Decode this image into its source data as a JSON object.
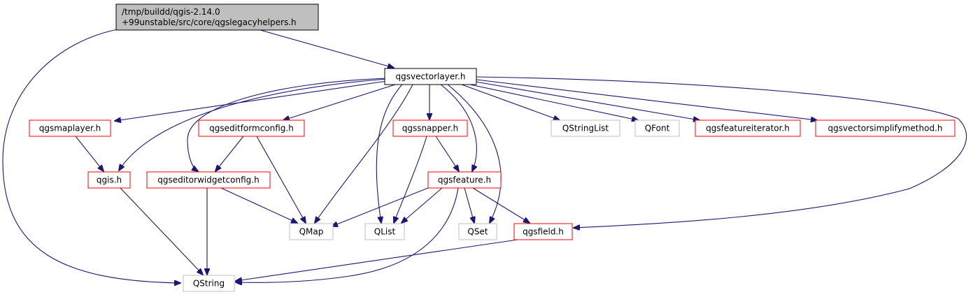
{
  "colors": {
    "edge": "#191970",
    "border_red": "#ff0000",
    "border_gray": "#bfbfbf",
    "border_black": "#000000",
    "root_fill": "#bfbfbf",
    "node_fill": "#ffffff"
  },
  "nodes": [
    {
      "id": "root",
      "lines": [
        "/tmp/buildd/qgis-2.14.0",
        "+99unstable/src/core/qgslegacyhelpers.h"
      ],
      "style": "root"
    },
    {
      "id": "qgsvectorlayer",
      "lines": [
        "qgsvectorlayer.h"
      ],
      "style": "black"
    },
    {
      "id": "qgsmaplayer",
      "lines": [
        "qgsmaplayer.h"
      ],
      "style": "red"
    },
    {
      "id": "qgseditformconfig",
      "lines": [
        "qgseditformconfig.h"
      ],
      "style": "red"
    },
    {
      "id": "qgssnapper",
      "lines": [
        "qgssnapper.h"
      ],
      "style": "red"
    },
    {
      "id": "qstringlist",
      "lines": [
        "QStringList"
      ],
      "style": "gray"
    },
    {
      "id": "qfont",
      "lines": [
        "QFont"
      ],
      "style": "gray"
    },
    {
      "id": "qgsfeatureiterator",
      "lines": [
        "qgsfeatureiterator.h"
      ],
      "style": "red"
    },
    {
      "id": "qgsvectorsimplifymethod",
      "lines": [
        "qgsvectorsimplifymethod.h"
      ],
      "style": "red"
    },
    {
      "id": "qgis",
      "lines": [
        "qgis.h"
      ],
      "style": "red"
    },
    {
      "id": "qgseditorwidgetconfig",
      "lines": [
        "qgseditorwidgetconfig.h"
      ],
      "style": "red"
    },
    {
      "id": "qgsfeature",
      "lines": [
        "qgsfeature.h"
      ],
      "style": "red"
    },
    {
      "id": "qmap",
      "lines": [
        "QMap"
      ],
      "style": "gray"
    },
    {
      "id": "qlist",
      "lines": [
        "QList"
      ],
      "style": "gray"
    },
    {
      "id": "qset",
      "lines": [
        "QSet"
      ],
      "style": "gray"
    },
    {
      "id": "qgsfield",
      "lines": [
        "qgsfield.h"
      ],
      "style": "red"
    },
    {
      "id": "qstring",
      "lines": [
        "QString"
      ],
      "style": "gray"
    }
  ],
  "edges": [
    {
      "from": "root",
      "to": "qgsvectorlayer"
    },
    {
      "from": "root",
      "to": "qstring"
    },
    {
      "from": "qgsvectorlayer",
      "to": "qgsmaplayer"
    },
    {
      "from": "qgsvectorlayer",
      "to": "qgis"
    },
    {
      "from": "qgsvectorlayer",
      "to": "qgseditorwidgetconfig"
    },
    {
      "from": "qgsvectorlayer",
      "to": "qgseditformconfig"
    },
    {
      "from": "qgsvectorlayer",
      "to": "qmap"
    },
    {
      "from": "qgsvectorlayer",
      "to": "qlist"
    },
    {
      "from": "qgsvectorlayer",
      "to": "qgssnapper"
    },
    {
      "from": "qgsvectorlayer",
      "to": "qgsfeature"
    },
    {
      "from": "qgsvectorlayer",
      "to": "qset"
    },
    {
      "from": "qgsvectorlayer",
      "to": "qstringlist"
    },
    {
      "from": "qgsvectorlayer",
      "to": "qfont"
    },
    {
      "from": "qgsvectorlayer",
      "to": "qgsfeatureiterator"
    },
    {
      "from": "qgsvectorlayer",
      "to": "qgsvectorsimplifymethod"
    },
    {
      "from": "qgsvectorlayer",
      "to": "qgsfield"
    },
    {
      "from": "qgsmaplayer",
      "to": "qgis"
    },
    {
      "from": "qgseditformconfig",
      "to": "qgseditorwidgetconfig"
    },
    {
      "from": "qgseditformconfig",
      "to": "qmap"
    },
    {
      "from": "qgssnapper",
      "to": "qlist"
    },
    {
      "from": "qgssnapper",
      "to": "qgsfeature"
    },
    {
      "from": "qgis",
      "to": "qstring"
    },
    {
      "from": "qgseditorwidgetconfig",
      "to": "qmap"
    },
    {
      "from": "qgseditorwidgetconfig",
      "to": "qstring"
    },
    {
      "from": "qgsfeature",
      "to": "qmap"
    },
    {
      "from": "qgsfeature",
      "to": "qlist"
    },
    {
      "from": "qgsfeature",
      "to": "qset"
    },
    {
      "from": "qgsfeature",
      "to": "qgsfield"
    },
    {
      "from": "qgsfeature",
      "to": "qstring"
    },
    {
      "from": "qgsfield",
      "to": "qstring"
    }
  ]
}
